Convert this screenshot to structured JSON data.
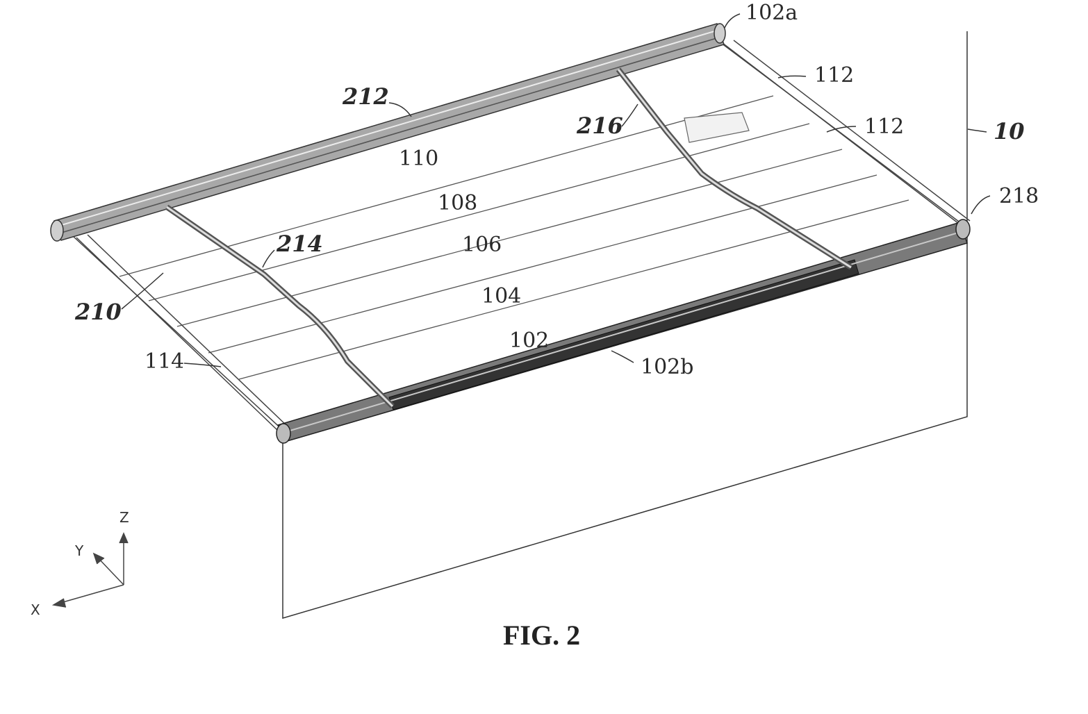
{
  "figure": {
    "caption": "FIG. 2",
    "labels": {
      "l_102a": "102a",
      "l_212": "212",
      "l_216": "216",
      "l_112a": "112",
      "l_112b": "112",
      "l_10": "10",
      "l_110": "110",
      "l_108": "108",
      "l_218": "218",
      "l_106": "106",
      "l_214": "214",
      "l_104": "104",
      "l_210": "210",
      "l_102": "102",
      "l_114": "114",
      "l_102b": "102b"
    },
    "axes": {
      "x": "X",
      "y": "Y",
      "z": "Z"
    }
  }
}
